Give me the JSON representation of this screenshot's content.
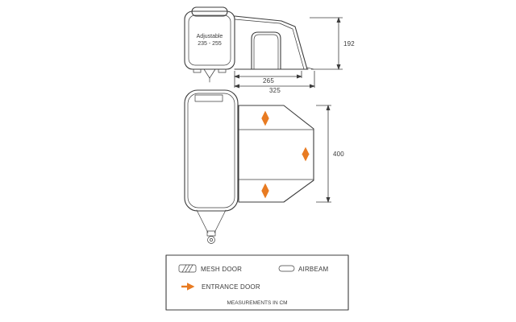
{
  "diagram": {
    "front_view": {
      "adjustable_line1": "Adjustable",
      "adjustable_line2": "235 - 255",
      "height_dim": "192",
      "depth_dim_inner": "265",
      "depth_dim_outer": "325"
    },
    "plan_view": {
      "width_dim": "400"
    },
    "legend": {
      "mesh_door": "MESH DOOR",
      "airbeam": "AIRBEAM",
      "entrance_door": "ENTRANCE DOOR",
      "note": "MEASUREMENTS IN CM"
    },
    "icons": {
      "mesh_door_icon": "hatched-rectangle",
      "airbeam_icon": "pill-outline",
      "entrance_door_icon": "orange-arrow"
    },
    "colors": {
      "line": "#3c3c3c",
      "accent": "#e87b22"
    }
  }
}
